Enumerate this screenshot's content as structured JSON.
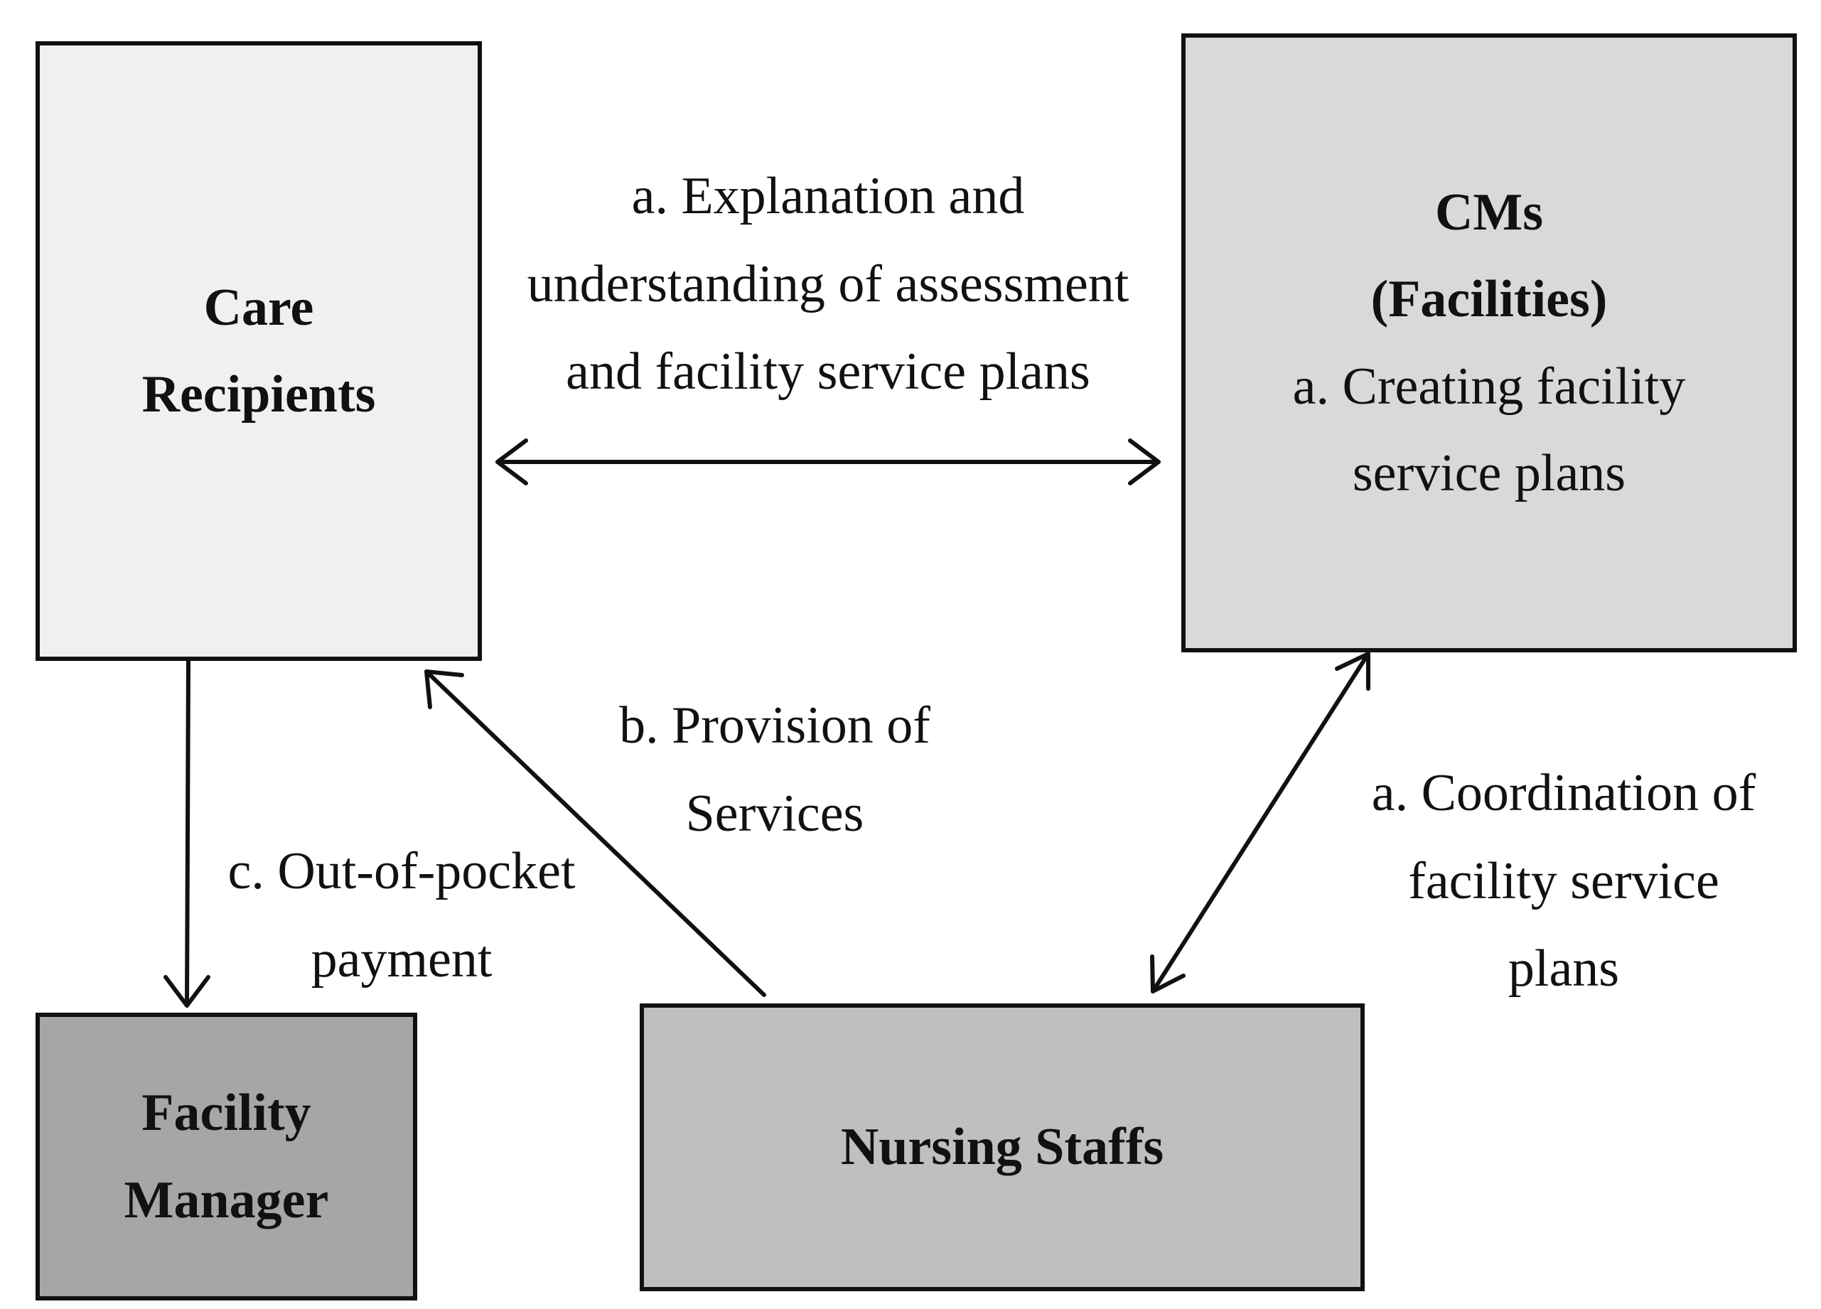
{
  "nodes": {
    "care_recipients": {
      "title_lines": [
        "Care",
        "Recipients"
      ],
      "fill": "#f0f0f0"
    },
    "cms": {
      "title_lines": [
        "CMs",
        "(Facilities)"
      ],
      "sub_lines": [
        "a. Creating facility",
        "service plans"
      ],
      "fill": "#d9d9d9"
    },
    "facility_manager": {
      "title_lines": [
        "Facility",
        "Manager"
      ],
      "fill": "#a6a6a6"
    },
    "nursing_staffs": {
      "title_lines": [
        "Nursing Staffs"
      ],
      "fill": "#bfbfbf"
    }
  },
  "edges": {
    "explanation": {
      "lines": [
        "a. Explanation and",
        "understanding of assessment",
        "and facility service plans"
      ]
    },
    "provision": {
      "lines": [
        "b. Provision of",
        "Services"
      ]
    },
    "coordination": {
      "lines": [
        "a. Coordination of",
        "facility service",
        "plans"
      ]
    },
    "payment": {
      "lines": [
        "c. Out-of-pocket",
        "payment"
      ]
    }
  }
}
